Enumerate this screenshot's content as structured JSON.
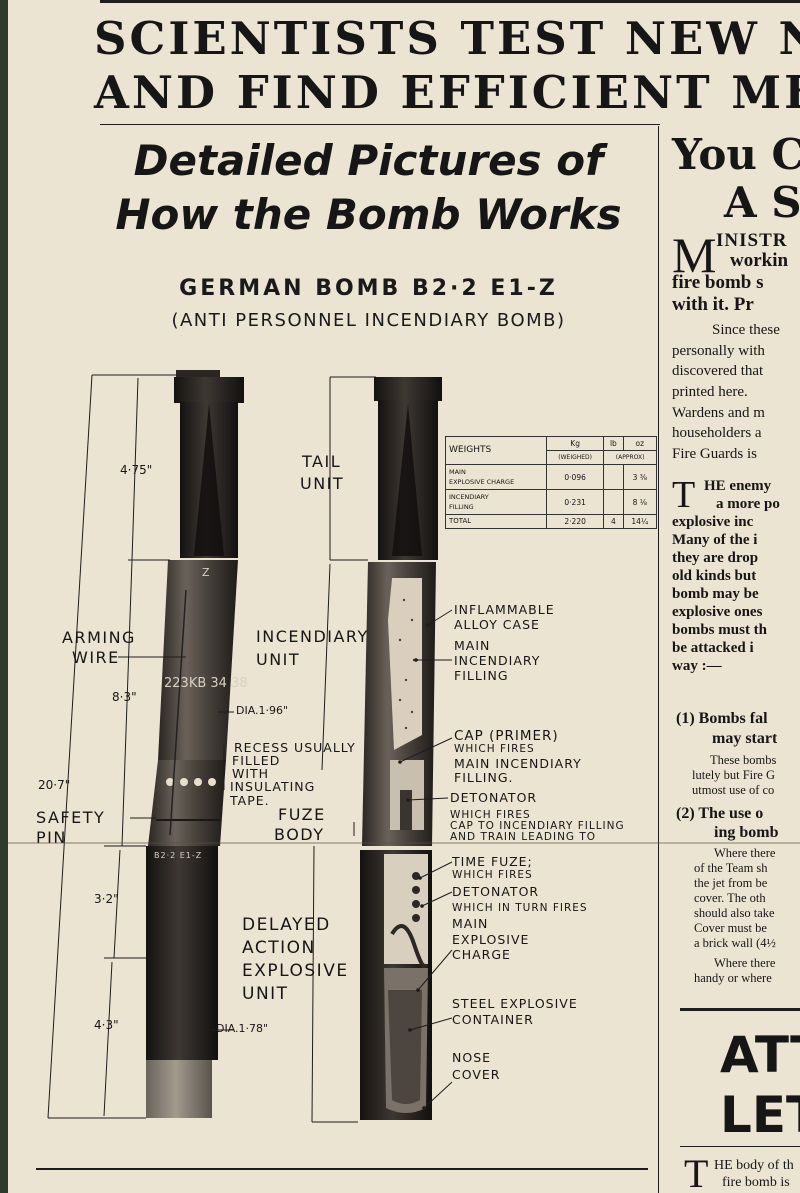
{
  "headline": {
    "line1": "SCIENTISTS TEST NEW NAZ",
    "line2": "AND FIND EFFICIENT ME"
  },
  "feature": {
    "title_line1": "Detailed Pictures of",
    "title_line2": "How the Bomb Works",
    "bomb_name": "GERMAN BOMB B2·2 E1-Z",
    "bomb_type": "(ANTI PERSONNEL INCENDIARY BOMB)"
  },
  "diagram": {
    "dims": {
      "total": "20·7\"",
      "tail": "4·75\"",
      "incendiary": "8·3\"",
      "explosive_upper": "3·2\"",
      "explosive_lower": "4·3\"",
      "dia_upper": "DIA.1·96\"",
      "dia_lower": "DIA.1·78\""
    },
    "left_labels": {
      "arming": "ARMING",
      "wire": "WIRE",
      "safety": "SAFETY",
      "pin": "PIN"
    },
    "body_markings": {
      "z": "Z",
      "serial": "223KB 34 38",
      "code": "B2·2 E1-Z"
    },
    "section_labels": {
      "tail_unit_1": "TAIL",
      "tail_unit_2": "UNIT",
      "incendiary_unit_1": "INCENDIARY",
      "incendiary_unit_2": "UNIT",
      "fuze_body_1": "FUZE",
      "fuze_body_2": "BODY",
      "delayed_1": "DELAYED",
      "delayed_2": "ACTION",
      "delayed_3": "EXPLOSIVE",
      "delayed_4": "UNIT"
    },
    "recess": [
      "RECESS USUALLY",
      "FILLED",
      "WITH",
      "INSULATING",
      "TAPE."
    ],
    "callouts": {
      "alloy_1": "INFLAMMABLE",
      "alloy_2": "ALLOY CASE",
      "filling_1": "MAIN",
      "filling_2": "INCENDIARY",
      "filling_3": "FILLING",
      "cap_1": "CAP (PRIMER)",
      "cap_2": "WHICH FIRES",
      "cap_3": "MAIN INCENDIARY",
      "cap_4": "FILLING.",
      "det_1": "DETONATOR",
      "det_2": "WHICH FIRES",
      "det_3": "CAP TO INCENDIARY FILLING",
      "det_4": "AND TRAIN LEADING TO",
      "time_1": "TIME FUZE;",
      "time_2": "WHICH FIRES",
      "time_3": "DETONATOR",
      "time_4": "WHICH IN TURN FIRES",
      "time_5": "MAIN",
      "time_6": "EXPLOSIVE",
      "time_7": "CHARGE",
      "steel_1": "STEEL EXPLOSIVE",
      "steel_2": "CONTAINER",
      "nose_1": "NOSE",
      "nose_2": "COVER"
    },
    "weights": {
      "col_kg": "Kg",
      "col_kg_sub": "(WEIGHED)",
      "col_lb": "lb",
      "col_oz": "oz",
      "col_approx": "(APPROX)",
      "header": "WEIGHTS",
      "rows": [
        {
          "label1": "MAIN",
          "label2": "EXPLOSIVE CHARGE",
          "kg": "0·096",
          "lb": "",
          "oz": "3 ⅜"
        },
        {
          "label1": "INCENDIARY",
          "label2": "FILLING",
          "kg": "0·231",
          "lb": "",
          "oz": "8 ⅛"
        },
        {
          "label1": "TOTAL",
          "label2": "",
          "kg": "2·220",
          "lb": "4",
          "oz": "14¼"
        }
      ]
    }
  },
  "right_column": {
    "head1": "You C",
    "head2": "A S",
    "lead": [
      "INISTR",
      "workin",
      "fire bomb s",
      "with it. Pr"
    ],
    "lead_initial": "M",
    "p1": [
      "Since these",
      "personally with",
      "discovered that",
      "printed here.",
      "Wardens and m",
      "householders a",
      "Fire Guards is"
    ],
    "p2_initial": "T",
    "p2": [
      "HE enemy",
      "a more po",
      "explosive  inc",
      "Many of the i",
      "they are drop",
      "old kinds but",
      "bomb may be",
      "explosive ones",
      "bombs must th",
      "be attacked i",
      "way :—"
    ],
    "item1": [
      "(1) Bombs fal",
      "may start"
    ],
    "item1_body": [
      "These bombs",
      "lutely but Fire G",
      "utmost use of co"
    ],
    "item2": [
      "(2) The use o",
      "ing bomb"
    ],
    "item2_body": [
      "Where there",
      "of the Team sh",
      "the jet from be",
      "cover.  The oth",
      "should also take",
      "Cover must be",
      "a brick wall (4½",
      "Where there",
      "handy or where"
    ],
    "att1": "ATT",
    "att2": "LET",
    "foot": [
      "HE body of th",
      "fire bomb is"
    ],
    "foot_initial": "T"
  }
}
